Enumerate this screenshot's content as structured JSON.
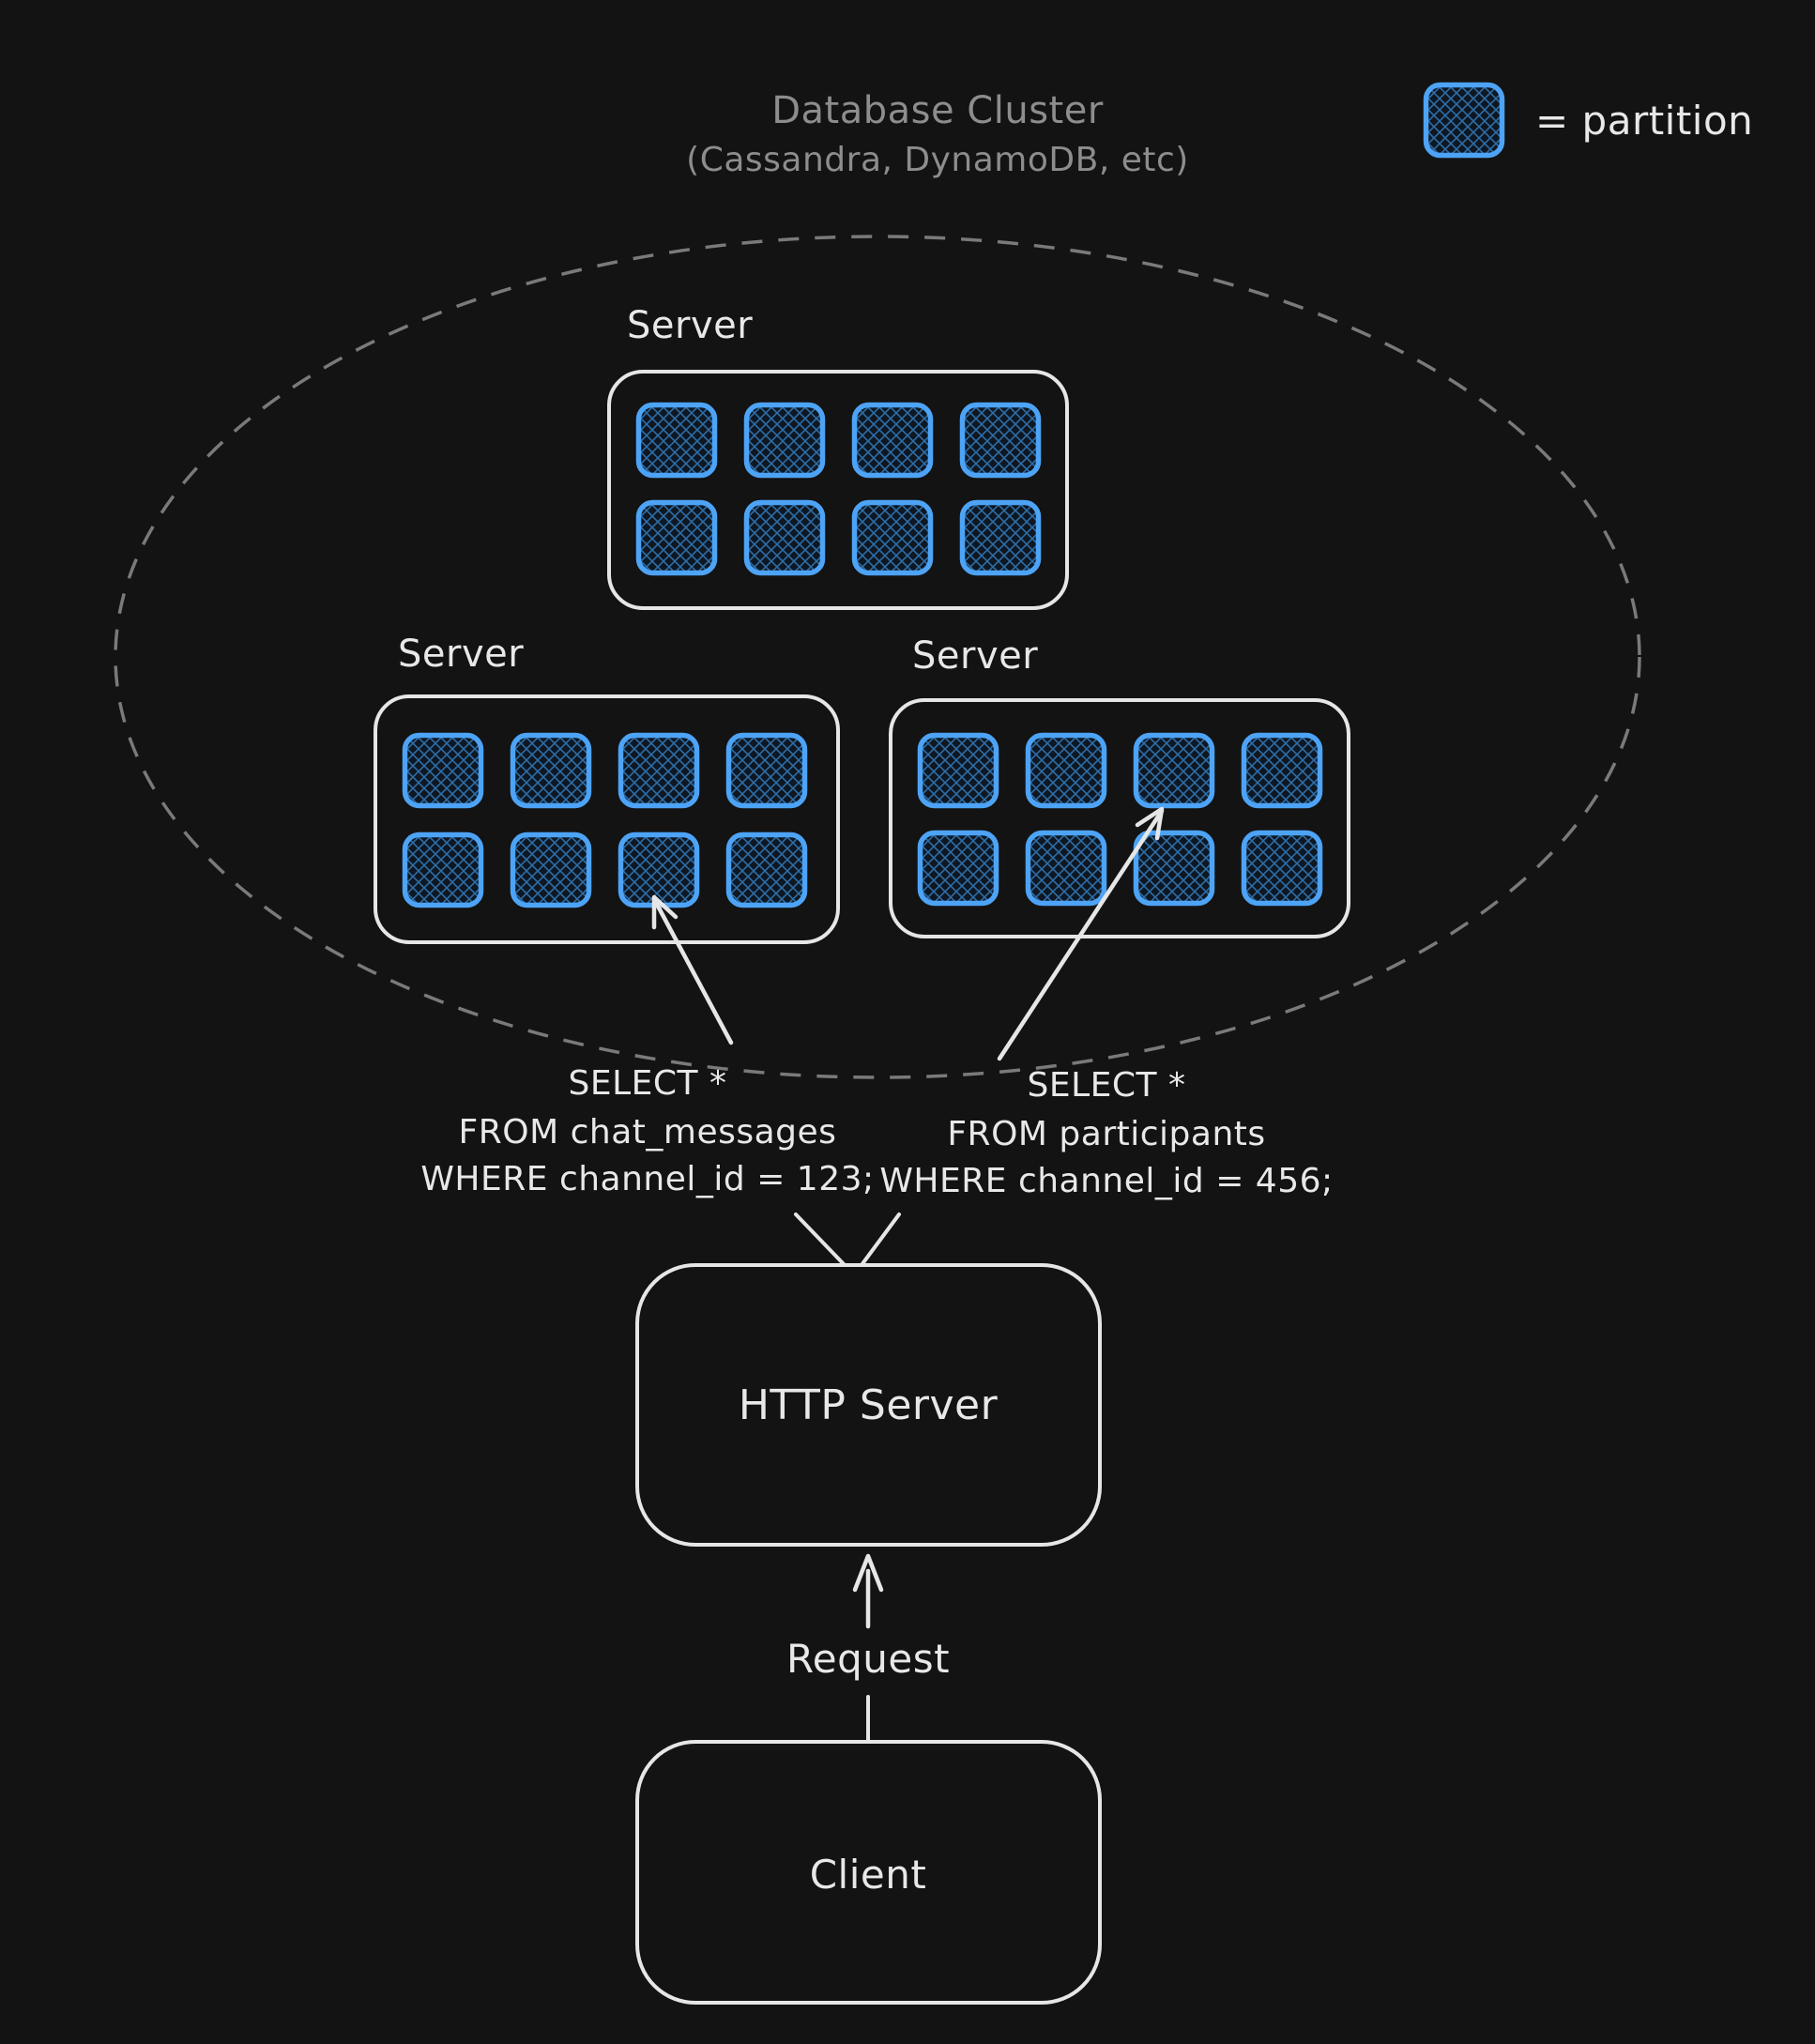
{
  "title": {
    "line1": "Database Cluster",
    "line2": "(Cassandra, DynamoDB, etc)"
  },
  "legend": {
    "label": "= partition",
    "symbol": "partition-swatch"
  },
  "servers": [
    {
      "label": "Server",
      "position": "top",
      "partitions": 8
    },
    {
      "label": "Server",
      "position": "left",
      "partitions": 8
    },
    {
      "label": "Server",
      "position": "right",
      "partitions": 8
    }
  ],
  "queries": {
    "left": [
      "SELECT *",
      "FROM chat_messages",
      "WHERE channel_id = 123;"
    ],
    "right": [
      "SELECT *",
      "FROM participants",
      "WHERE channel_id = 456;"
    ]
  },
  "http_server": {
    "label": "HTTP Server"
  },
  "request": {
    "label": "Request"
  },
  "client": {
    "label": "Client"
  },
  "colors": {
    "background": "#131313",
    "partition_blue": "#4da3f5",
    "partition_hatch": "#2e6da6",
    "partition_fill": "#0e1722",
    "box_stroke": "#e6e6e6",
    "muted_text": "#8d8d8d",
    "cluster_dash": "#7a7a7a"
  }
}
